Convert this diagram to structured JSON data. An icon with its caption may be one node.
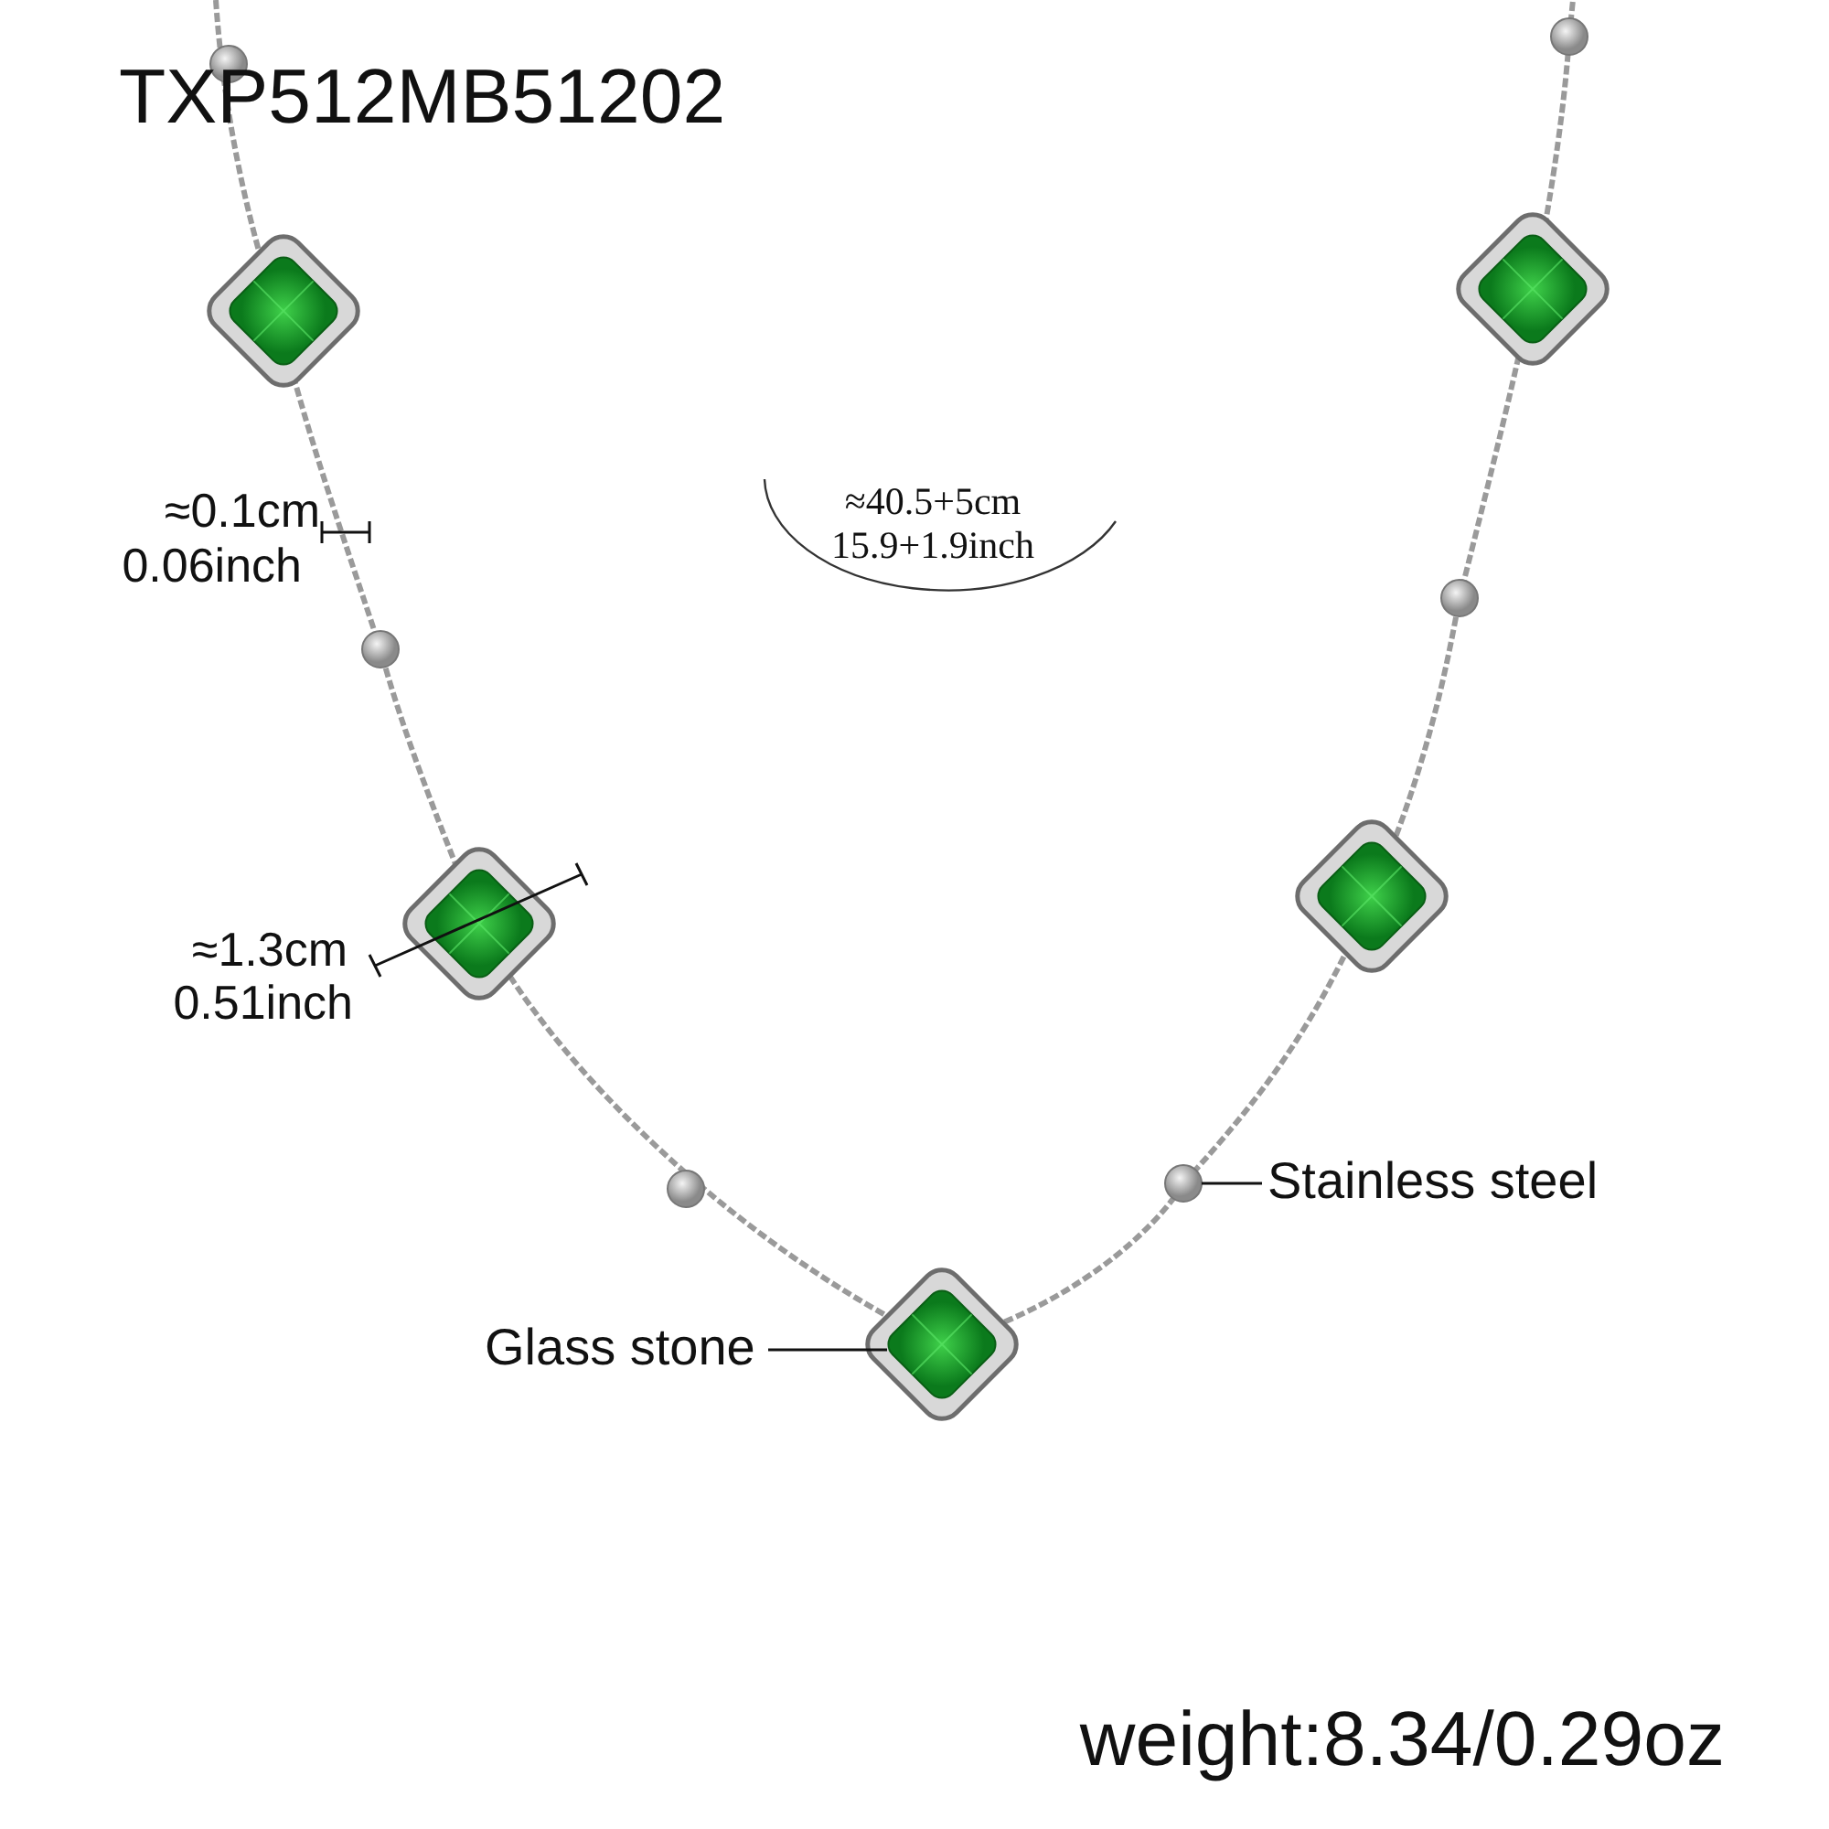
{
  "diagram": {
    "title": "TXP512MB51202",
    "nodes": [
      {
        "text": [
          "Glass stone"
        ]
      },
      {
        "text": [],
        "shape": "picture"
      },
      {
        "text": [
          "Stainless steel"
        ]
      },
      {
        "text": [],
        "shape": "picture"
      }
    ],
    "edges": [
      {
        "from": 0,
        "to": 1,
        "arrow": "none"
      },
      {
        "from": 2,
        "to": 3,
        "arrow": "none"
      }
    ],
    "labels": [
      "≈0.1cm",
      "0.06inch",
      "≈40.5+5cm",
      "15.9+1.9inch",
      "≈1.3cm",
      "0.51inch",
      "weight:8.34/0.29oz"
    ]
  }
}
